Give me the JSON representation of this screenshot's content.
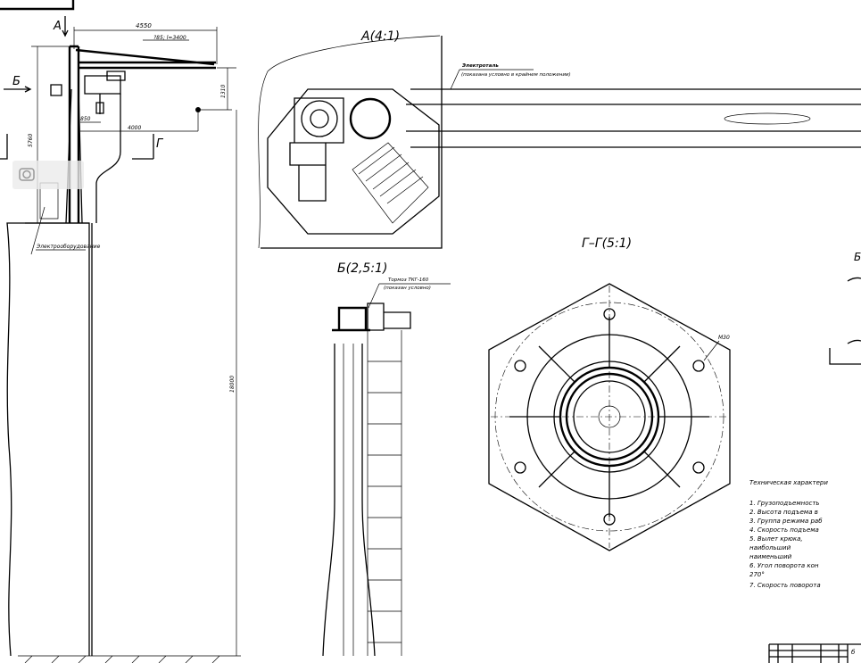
{
  "main_view": {
    "section_a": "А",
    "section_b": "Б",
    "section_g": "Г",
    "dim_span": "4550",
    "boom_note": "?85; l=3400",
    "dim_height": "5760",
    "dim_1310": "1310",
    "dim_850": "850",
    "dim_reach": "4000",
    "dim_total": "18000",
    "electro_label": "Электрооборудование"
  },
  "detail_a": {
    "title": "А(4:1)",
    "hoist_label": "Электроталь",
    "hoist_note": "(показана условно в крайнем положении)"
  },
  "detail_b": {
    "title": "Б(2,5:1)",
    "brake_label": "Тормоз ТКГ-160",
    "brake_note": "(показан условно)"
  },
  "section_gg": {
    "title": "Г–Г(5:1)",
    "bolt_label": "М30"
  },
  "specs": {
    "title": "Техническая характери",
    "items": [
      "1.   Грузоподъемность",
      "2.   Высота подъема в",
      "3.   Группа режима раб",
      "4.   Скорость подъема",
      "5.        Вылет крюка,",
      "наибольший",
      "наименьший",
      "6.  Угол поворота кон",
      "     270°",
      "7.  Скорость поворота"
    ]
  },
  "title_block": {
    "cell": "б"
  },
  "edge_label": "Б"
}
